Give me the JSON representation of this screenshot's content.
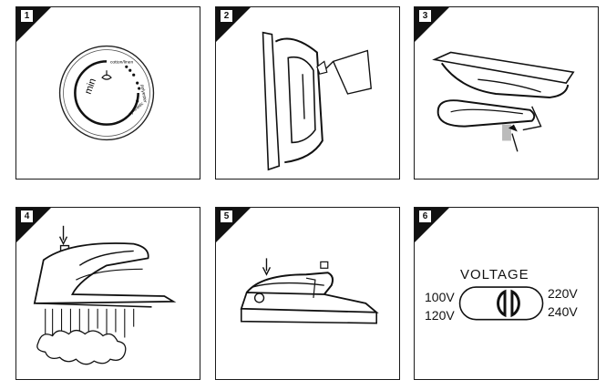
{
  "steps": [
    {
      "number": "1"
    },
    {
      "number": "2"
    },
    {
      "number": "3"
    },
    {
      "number": "4"
    },
    {
      "number": "5"
    },
    {
      "number": "6"
    }
  ],
  "dial": {
    "min_label": "min",
    "cotton_label": "cotton/linen",
    "polyester_label": "polyester",
    "synthetic_label": "synthetic"
  },
  "voltage": {
    "title": "VOLTAGE",
    "left_top": "100V",
    "left_bottom": "120V",
    "right_top": "220V",
    "right_bottom": "240V"
  }
}
